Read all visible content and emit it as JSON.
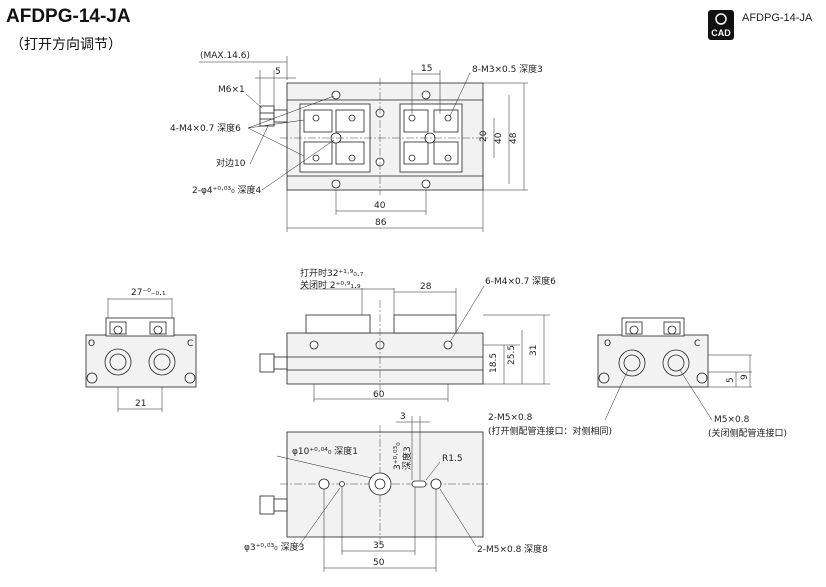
{
  "header": {
    "title": "AFDPG-14-JA",
    "subtitle": "（打开方向调节）",
    "cad_label": "CAD",
    "model_tag": "AFDPG-14-JA"
  },
  "top_view": {
    "max_len": "(MAX.14.6)",
    "dim_5": "5",
    "thread_m6": "M6×1",
    "thread_m4": "4-M4×0.7 深度6",
    "across_flats": "对边10",
    "pin_holes": "2-φ4⁺⁰·⁰³₀ 深度4",
    "dim_15": "15",
    "thread_m3": "8-M3×0.5 深度3",
    "dim_20": "20",
    "dim_40_v": "40",
    "dim_48": "48",
    "dim_40_h": "40",
    "dim_86": "86"
  },
  "left_view": {
    "dim_27": "27⁻⁰₋₀.₁",
    "dim_21": "21"
  },
  "front_view": {
    "stroke_open": "打开时32⁺¹·⁹₀.₇",
    "stroke_close": "关闭时 2⁺⁰·⁹₁.₉",
    "dim_28": "28",
    "thread_m4_side": "6-M4×0.7 深度6",
    "dim_18_5": "18.5",
    "dim_25_5": "25.5",
    "dim_31": "31",
    "dim_60": "60"
  },
  "right_view": {
    "dim_5": "5",
    "dim_9": "9",
    "port_open": "2-M5×0.8",
    "port_open_note": "(打开侧配管连接口：对侧相同)",
    "port_close": "M5×0.8",
    "port_close_note": "(关闭侧配管连接口)",
    "mark_o": "O",
    "mark_c": "C",
    "mark_o_left": "O",
    "mark_c_left": "C"
  },
  "bottom_view": {
    "dim_3": "3",
    "bore_10": "φ10⁺⁰·⁰⁴₀ 深度1",
    "slot_3": "3⁺⁰·⁰³₀",
    "slot_depth": "深度3",
    "radius": "R1.5",
    "pin_hole": "φ3⁺⁰·⁰³₀ 深度3",
    "port_m5": "2-M5×0.8 深度8",
    "dim_35": "35",
    "dim_50": "50"
  }
}
